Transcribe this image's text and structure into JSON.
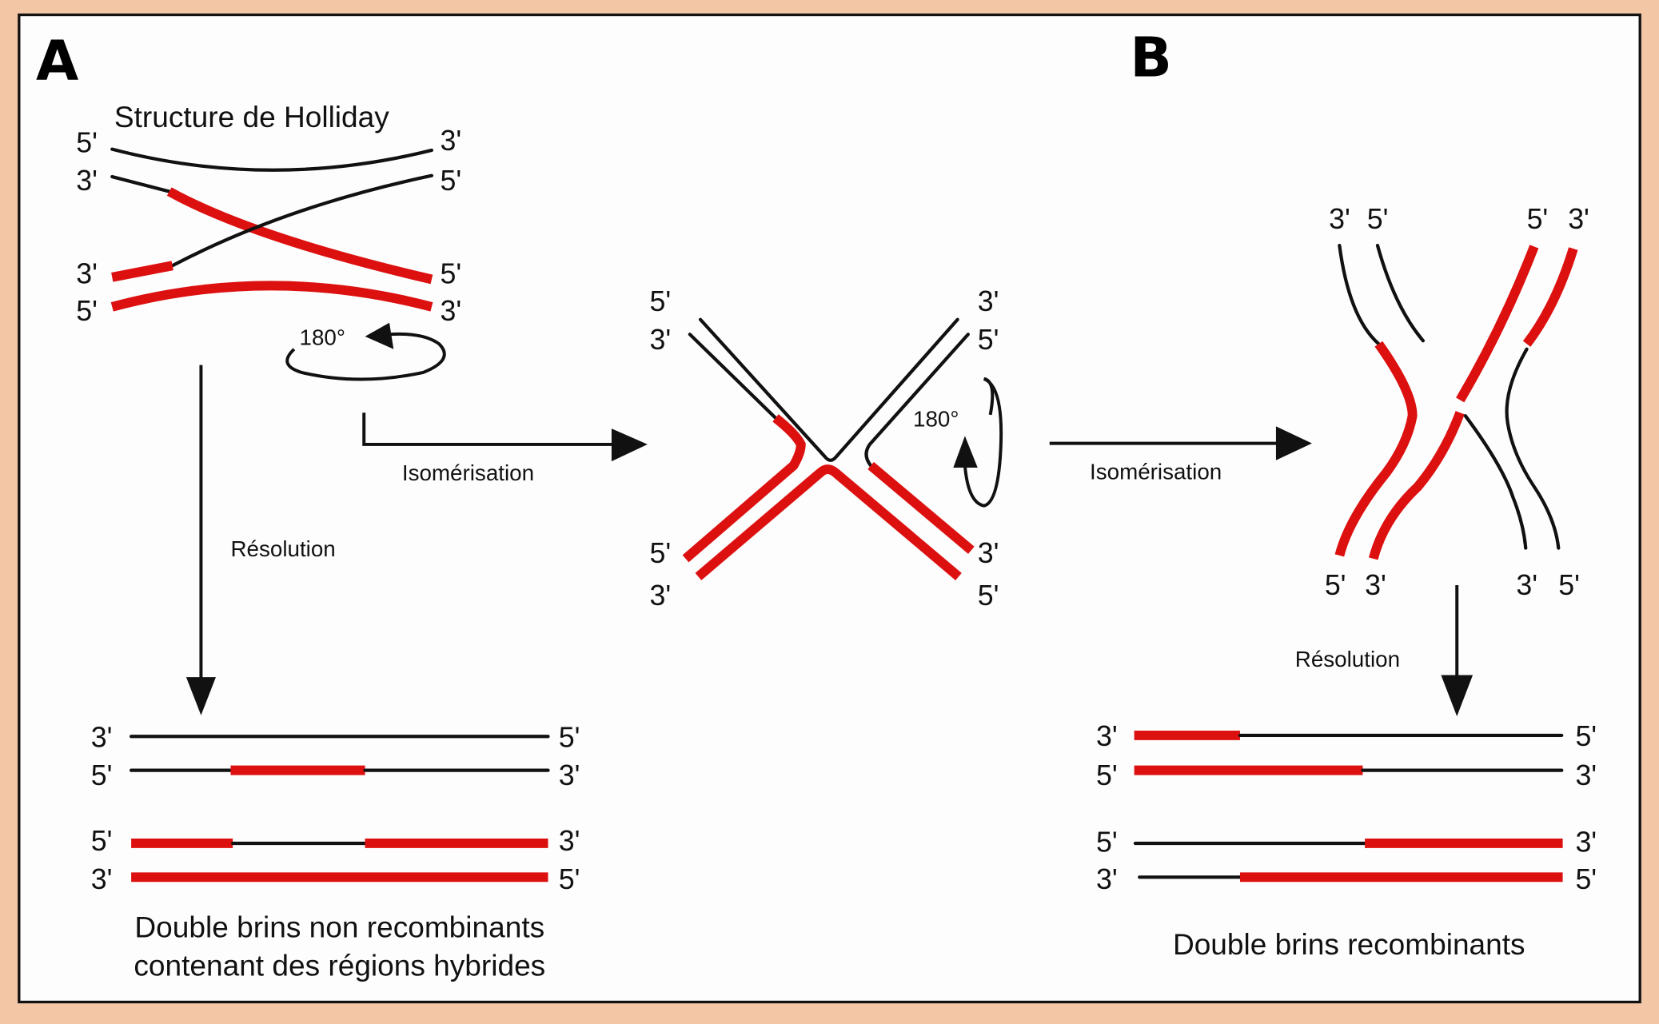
{
  "figure": {
    "panels": {
      "a": "A",
      "b": "B"
    },
    "holliday_title": "Structure de Holliday",
    "rotation_label": "180°",
    "steps": {
      "isomerisation_1": "Isomérisation",
      "isomerisation_2": "Isomérisation",
      "resolution_a": "Résolution",
      "resolution_b": "Résolution"
    },
    "captions": {
      "a_line1": "Double brins non recombinants",
      "a_line2": "contenant des régions hybrides",
      "b": "Double brins recombinants"
    },
    "ends": {
      "five": "5'",
      "three": "3'"
    },
    "colors": {
      "strand_original": "#111111",
      "strand_invading": "#dd1010",
      "background": "#f3c7a6",
      "panel": "#ffffff"
    }
  }
}
